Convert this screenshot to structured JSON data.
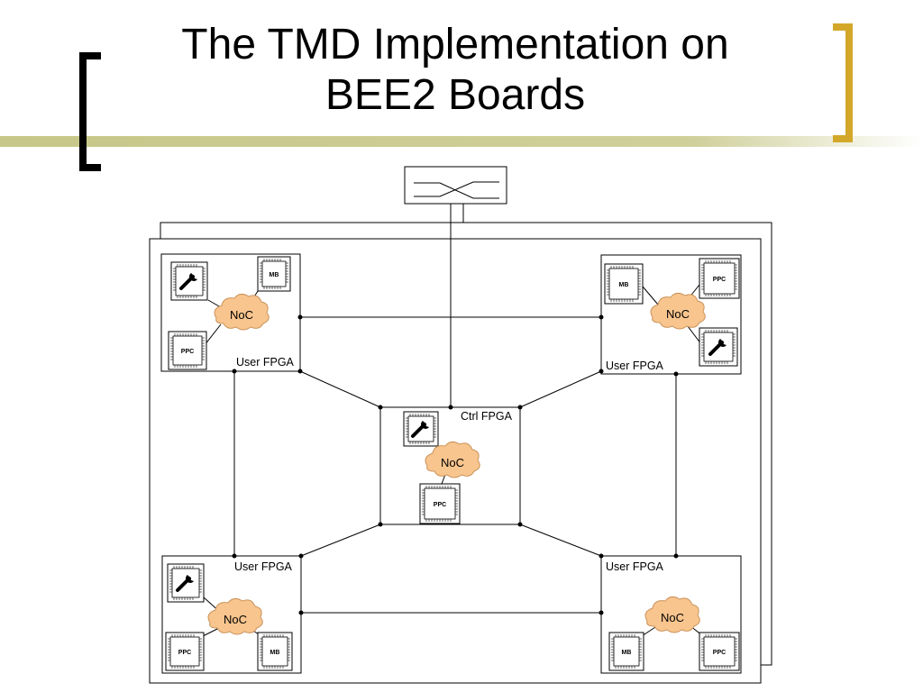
{
  "slide": {
    "title_line1": "The TMD Implementation on",
    "title_line2": "BEE2 Boards"
  },
  "diagram": {
    "noc_label": "NoC",
    "mb_label": "MB",
    "ppc_label": "PPC",
    "fpgas": [
      {
        "label": "User FPGA"
      },
      {
        "label": "User FPGA"
      },
      {
        "label": "Ctrl FPGA"
      },
      {
        "label": "User FPGA"
      },
      {
        "label": "User FPGA"
      }
    ]
  },
  "colors": {
    "accent_bar": "#c7c789",
    "bracket": "#d3a82a",
    "noc_fill": "#f9c58e",
    "noc_stroke": "#c9925a",
    "line": "#000000"
  },
  "icons": [
    "switch-icon",
    "wrench-chip-icon",
    "mb-chip-icon",
    "ppc-chip-icon",
    "noc-cloud-icon"
  ]
}
